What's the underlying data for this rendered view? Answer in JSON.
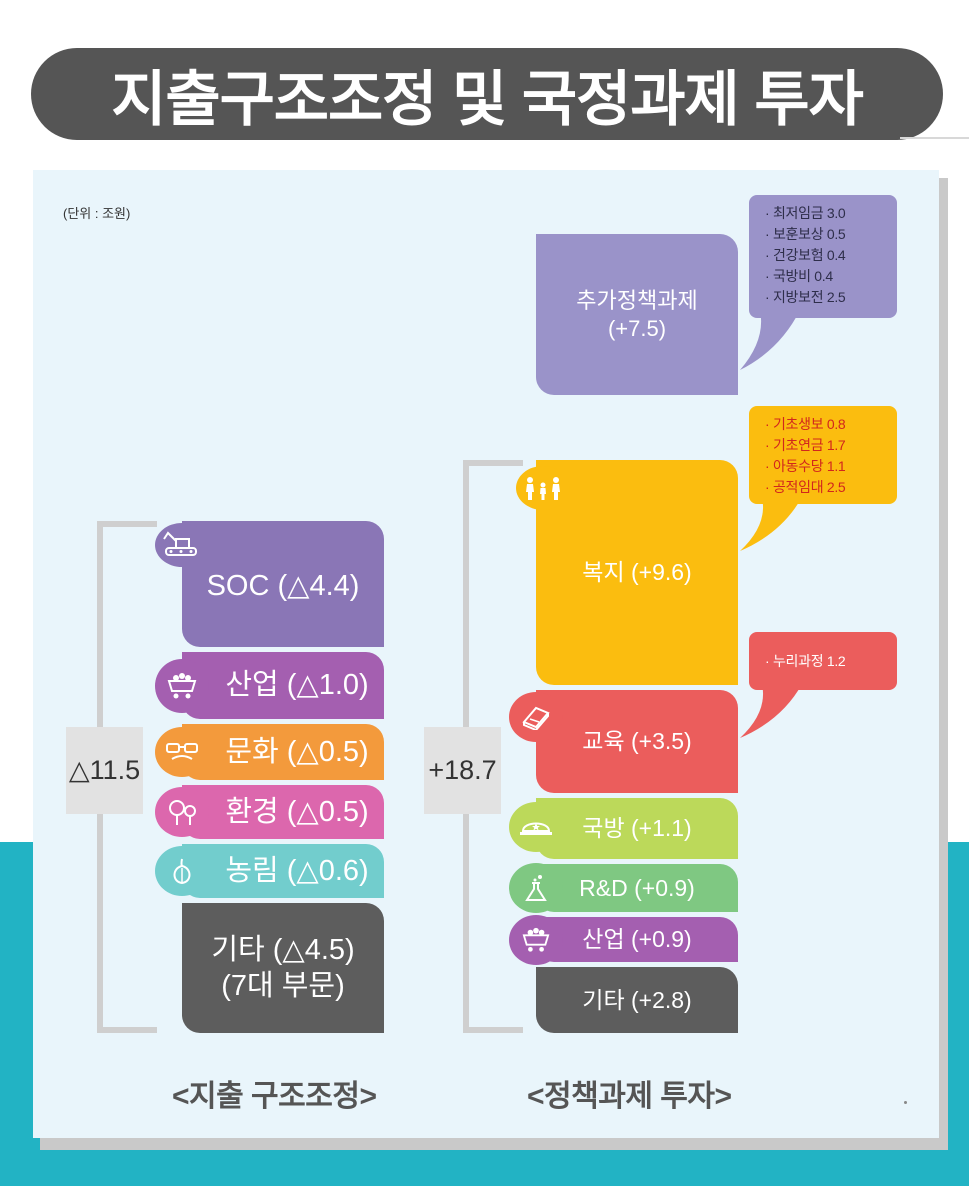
{
  "title": "지출구조조정 및 국정과제 투자",
  "unit": "(단위 : 조원)",
  "colors": {
    "soc": "#8a76b6",
    "industry": "#a45fb0",
    "culture": "#f39a3c",
    "environment": "#dc67ad",
    "agriculture": "#72cdcd",
    "other": "#5d5d5d",
    "additional": "#9a93c9",
    "welfare": "#fbbd0f",
    "education": "#eb5d5c",
    "defense": "#bcd95a",
    "rnd": "#7fc882",
    "teal": "#22b3c4"
  },
  "left": {
    "total": "△11.5",
    "blocks": [
      {
        "label": "SOC (△4.4)",
        "icon": "excavator-icon"
      },
      {
        "label": "산업 (△1.0)",
        "icon": "minecart-icon"
      },
      {
        "label": "문화 (△0.5)",
        "icon": "mask-icon"
      },
      {
        "label": "환경 (△0.5)",
        "icon": "tree-icon"
      },
      {
        "label": "농림 (△0.6)",
        "icon": "onion-icon"
      },
      {
        "label": "기타 (△4.5)",
        "label2": "(7대 부문)"
      }
    ],
    "caption": "<지출 구조조정>"
  },
  "right": {
    "total": "+18.7",
    "blocks": [
      {
        "label": "추가정책과제",
        "label2": "(+7.5)"
      },
      {
        "label": "복지 (+9.6)",
        "icon": "family-icon"
      },
      {
        "label": "교육 (+3.5)",
        "icon": "book-icon"
      },
      {
        "label": "국방 (+1.1)",
        "icon": "military-cap-icon"
      },
      {
        "label": "R&D (+0.9)",
        "icon": "flask-icon"
      },
      {
        "label": "산업 (+0.9)",
        "icon": "minecart-icon"
      },
      {
        "label": "기타 (+2.8)"
      }
    ],
    "caption": "<정책과제 투자>"
  },
  "callouts": {
    "additional": [
      "· 최저임금 3.0",
      "· 보훈보상 0.5",
      "· 건강보험 0.4",
      "· 국방비 0.4",
      "· 지방보전 2.5"
    ],
    "welfare": [
      "· 기초생보 0.8",
      "· 기초연금 1.7",
      "· 아동수당 1.1",
      "· 공적임대 2.5"
    ],
    "education": [
      "· 누리과정 1.2"
    ]
  }
}
